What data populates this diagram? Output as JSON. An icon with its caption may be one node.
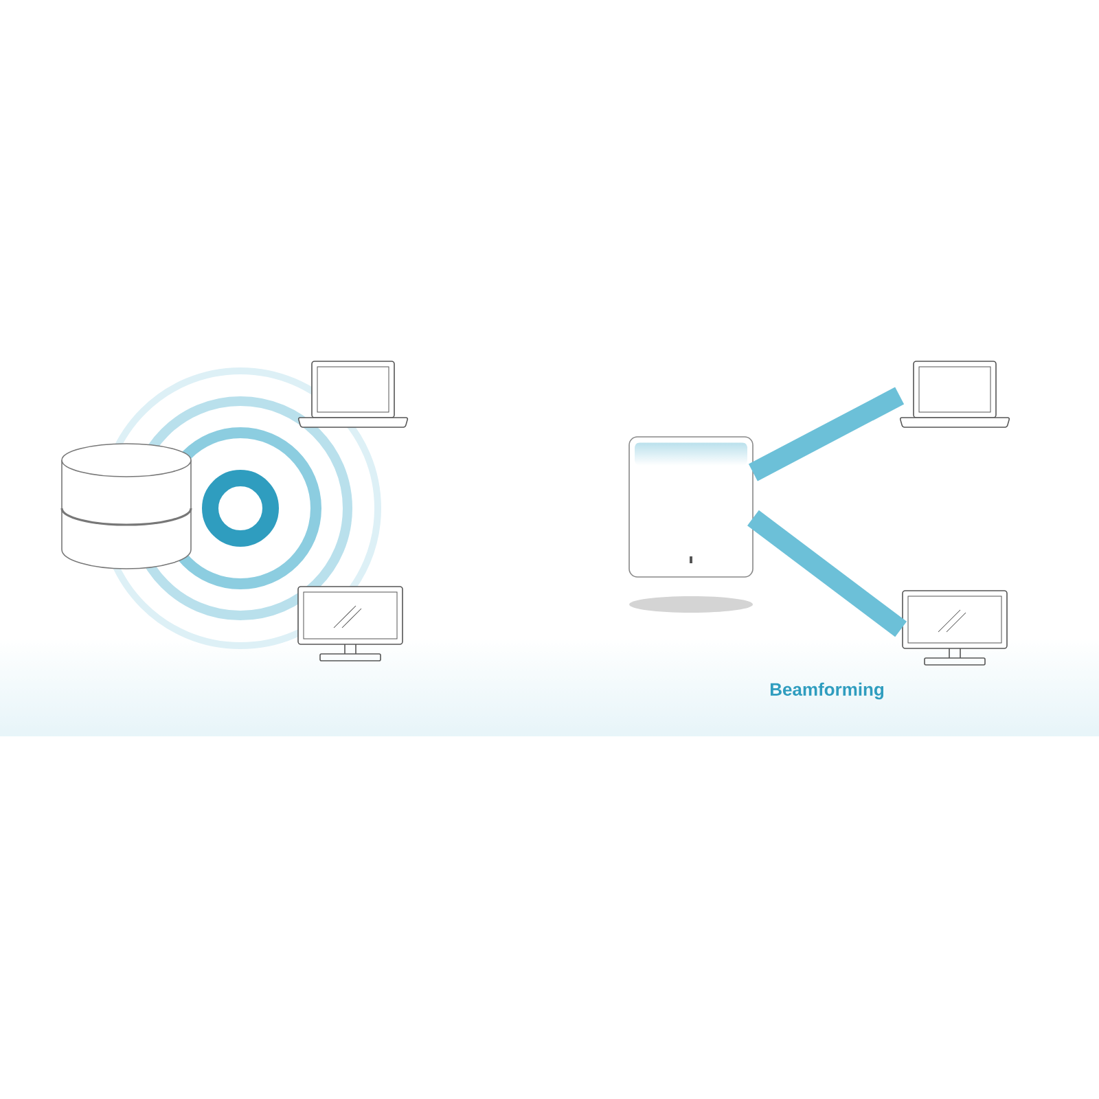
{
  "diagram": {
    "nodes": [
      {
        "text": [],
        "shape": "picture"
      },
      {
        "text": [],
        "shape": "picture"
      },
      {
        "text": [],
        "shape": "picture"
      },
      {
        "text": [],
        "shape": "picture"
      },
      {
        "text": [],
        "shape": "picture"
      },
      {
        "text": [],
        "shape": "picture"
      }
    ],
    "edges": [
      {
        "from": 3,
        "to": 4,
        "arrow": "none"
      },
      {
        "from": 3,
        "to": 5,
        "arrow": "none"
      }
    ],
    "labels": [
      "Beamforming"
    ]
  }
}
